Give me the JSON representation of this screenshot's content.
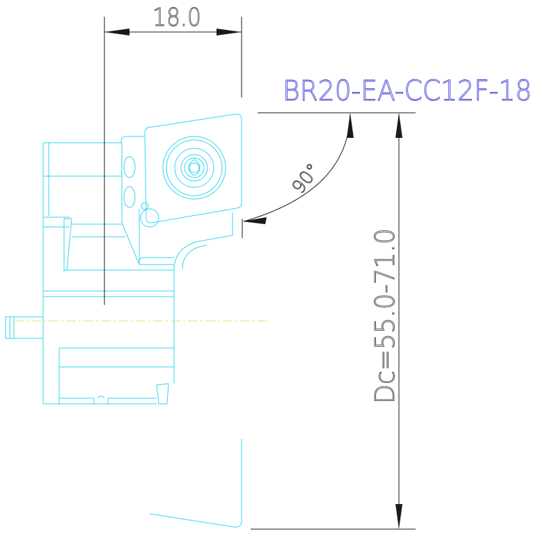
{
  "drawing": {
    "model_code": "BR20-EA-CC12F-18",
    "width_dimension": "18.0",
    "angle_dimension": "90°",
    "diameter_dimension": "Dc=55.0-71.0",
    "colors": {
      "part_outline": "#33d6ee",
      "dimension_lines": "#1a1a1a",
      "dimension_text": "#444444",
      "model_code": "#3b3bd6",
      "centerline": "#e6e64d"
    }
  }
}
